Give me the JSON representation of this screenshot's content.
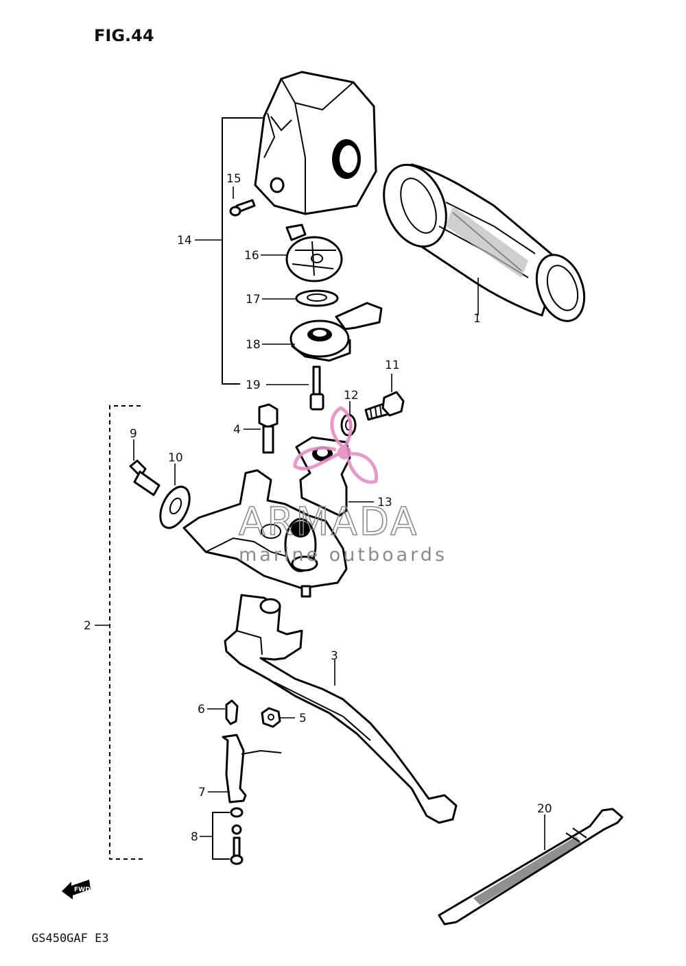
{
  "figure": {
    "title": "FIG.44"
  },
  "model": {
    "code": "GS450GAF  E3"
  },
  "direction_marker": {
    "text": "FWD"
  },
  "watermark": {
    "brand": "ARMADA",
    "tagline": "marine outboards",
    "color": "#e58ec3"
  },
  "callouts": {
    "p1": "1",
    "p2": "2",
    "p3": "3",
    "p4": "4",
    "p5": "5",
    "p6": "6",
    "p7": "7",
    "p8": "8",
    "p9": "9",
    "p10": "10",
    "p11": "11",
    "p12": "12",
    "p13": "13",
    "p14": "14",
    "p15": "15",
    "p16": "16",
    "p17": "17",
    "p18": "18",
    "p19": "19",
    "p20": "20"
  }
}
